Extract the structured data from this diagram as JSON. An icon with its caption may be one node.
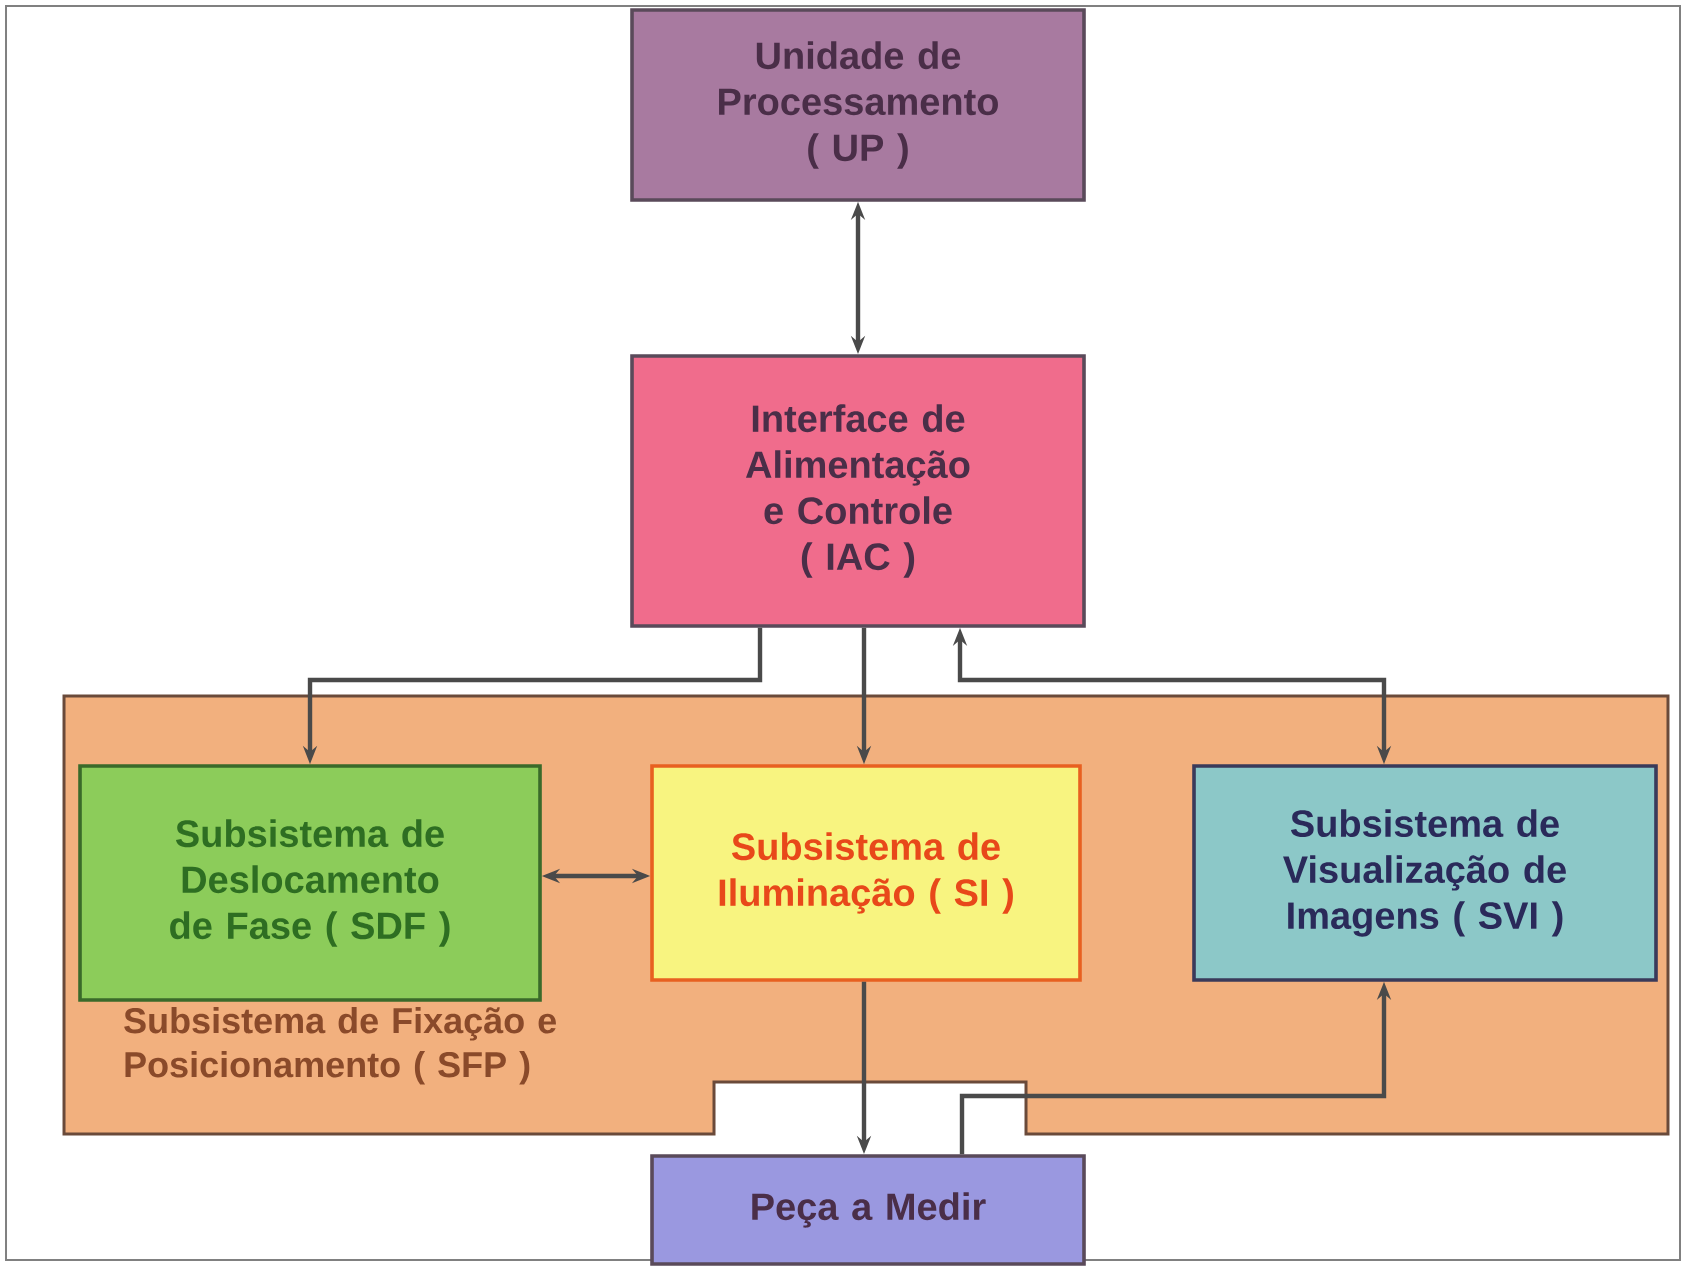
{
  "diagram": {
    "nodes": [
      {
        "text": [
          "Unidade de Processamento ( UP )"
        ]
      },
      {
        "text": [
          "Interface de Alimentação e Controle ( IAC )"
        ]
      },
      {
        "text": [
          "Subsistema de Fixação e Posicionamento ( SFP )"
        ]
      },
      {
        "text": [
          "Subsistema de Deslocamento de Fase ( SDF )"
        ],
        "in": 2
      },
      {
        "text": [
          "Subsistema de Iluminação ( SI )"
        ],
        "in": 2
      },
      {
        "text": [
          "Subsistema de Visualização de Imagens ( SVI )"
        ],
        "in": 2
      },
      {
        "text": [
          "Peça a Medir"
        ]
      }
    ],
    "edges": [
      {
        "from": 0,
        "to": 1,
        "arrow": "both"
      },
      {
        "from": 1,
        "to": 3,
        "arrow": "to"
      },
      {
        "from": 1,
        "to": 4,
        "arrow": "to"
      },
      {
        "from": 5,
        "to": 1,
        "arrow": "both"
      },
      {
        "from": 3,
        "to": 4,
        "arrow": "both"
      },
      {
        "from": 4,
        "to": 6,
        "arrow": "to"
      },
      {
        "from": 6,
        "to": 5,
        "arrow": "to"
      }
    ]
  }
}
